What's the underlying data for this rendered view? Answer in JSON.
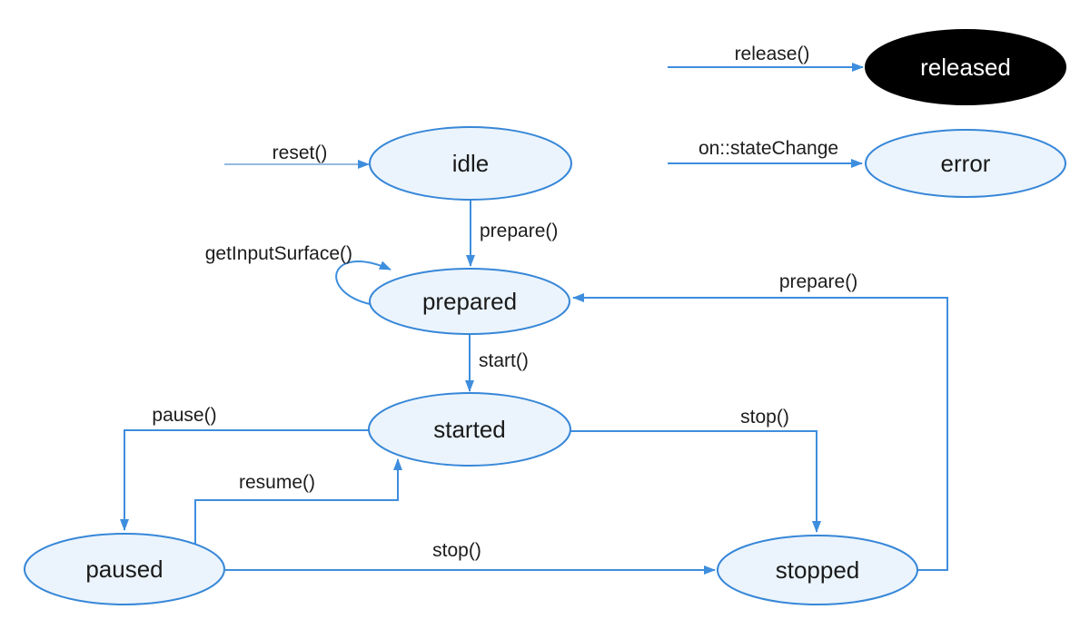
{
  "colors": {
    "node_stroke": "#3787d8",
    "node_fill": "#ebf4fc",
    "released_fill": "#000000",
    "released_text": "#ffffff",
    "arrow": "#3e8ede",
    "reset_arrow": "#74a3d9",
    "label_text": "#1c1c1c",
    "background": "#ffffff"
  },
  "diagram": {
    "type": "state-machine",
    "states": [
      {
        "id": "idle",
        "label": "idle"
      },
      {
        "id": "prepared",
        "label": "prepared"
      },
      {
        "id": "started",
        "label": "started"
      },
      {
        "id": "paused",
        "label": "paused"
      },
      {
        "id": "stopped",
        "label": "stopped"
      },
      {
        "id": "released",
        "label": "released"
      },
      {
        "id": "error",
        "label": "error"
      }
    ],
    "transitions": [
      {
        "label": "reset()",
        "from": "(external)",
        "to": "idle"
      },
      {
        "label": "release()",
        "from": "(external)",
        "to": "released"
      },
      {
        "label": "on::stateChange",
        "from": "(external)",
        "to": "error"
      },
      {
        "label": "prepare()",
        "from": "idle",
        "to": "prepared"
      },
      {
        "label": "getInputSurface()",
        "from": "prepared",
        "to": "prepared"
      },
      {
        "label": "start()",
        "from": "prepared",
        "to": "started"
      },
      {
        "label": "pause()",
        "from": "started",
        "to": "paused"
      },
      {
        "label": "resume()",
        "from": "paused",
        "to": "started"
      },
      {
        "label": "stop()",
        "from": "started",
        "to": "stopped"
      },
      {
        "label": "stop()",
        "from": "paused",
        "to": "stopped"
      },
      {
        "label": "prepare()",
        "from": "stopped",
        "to": "prepared"
      }
    ]
  }
}
